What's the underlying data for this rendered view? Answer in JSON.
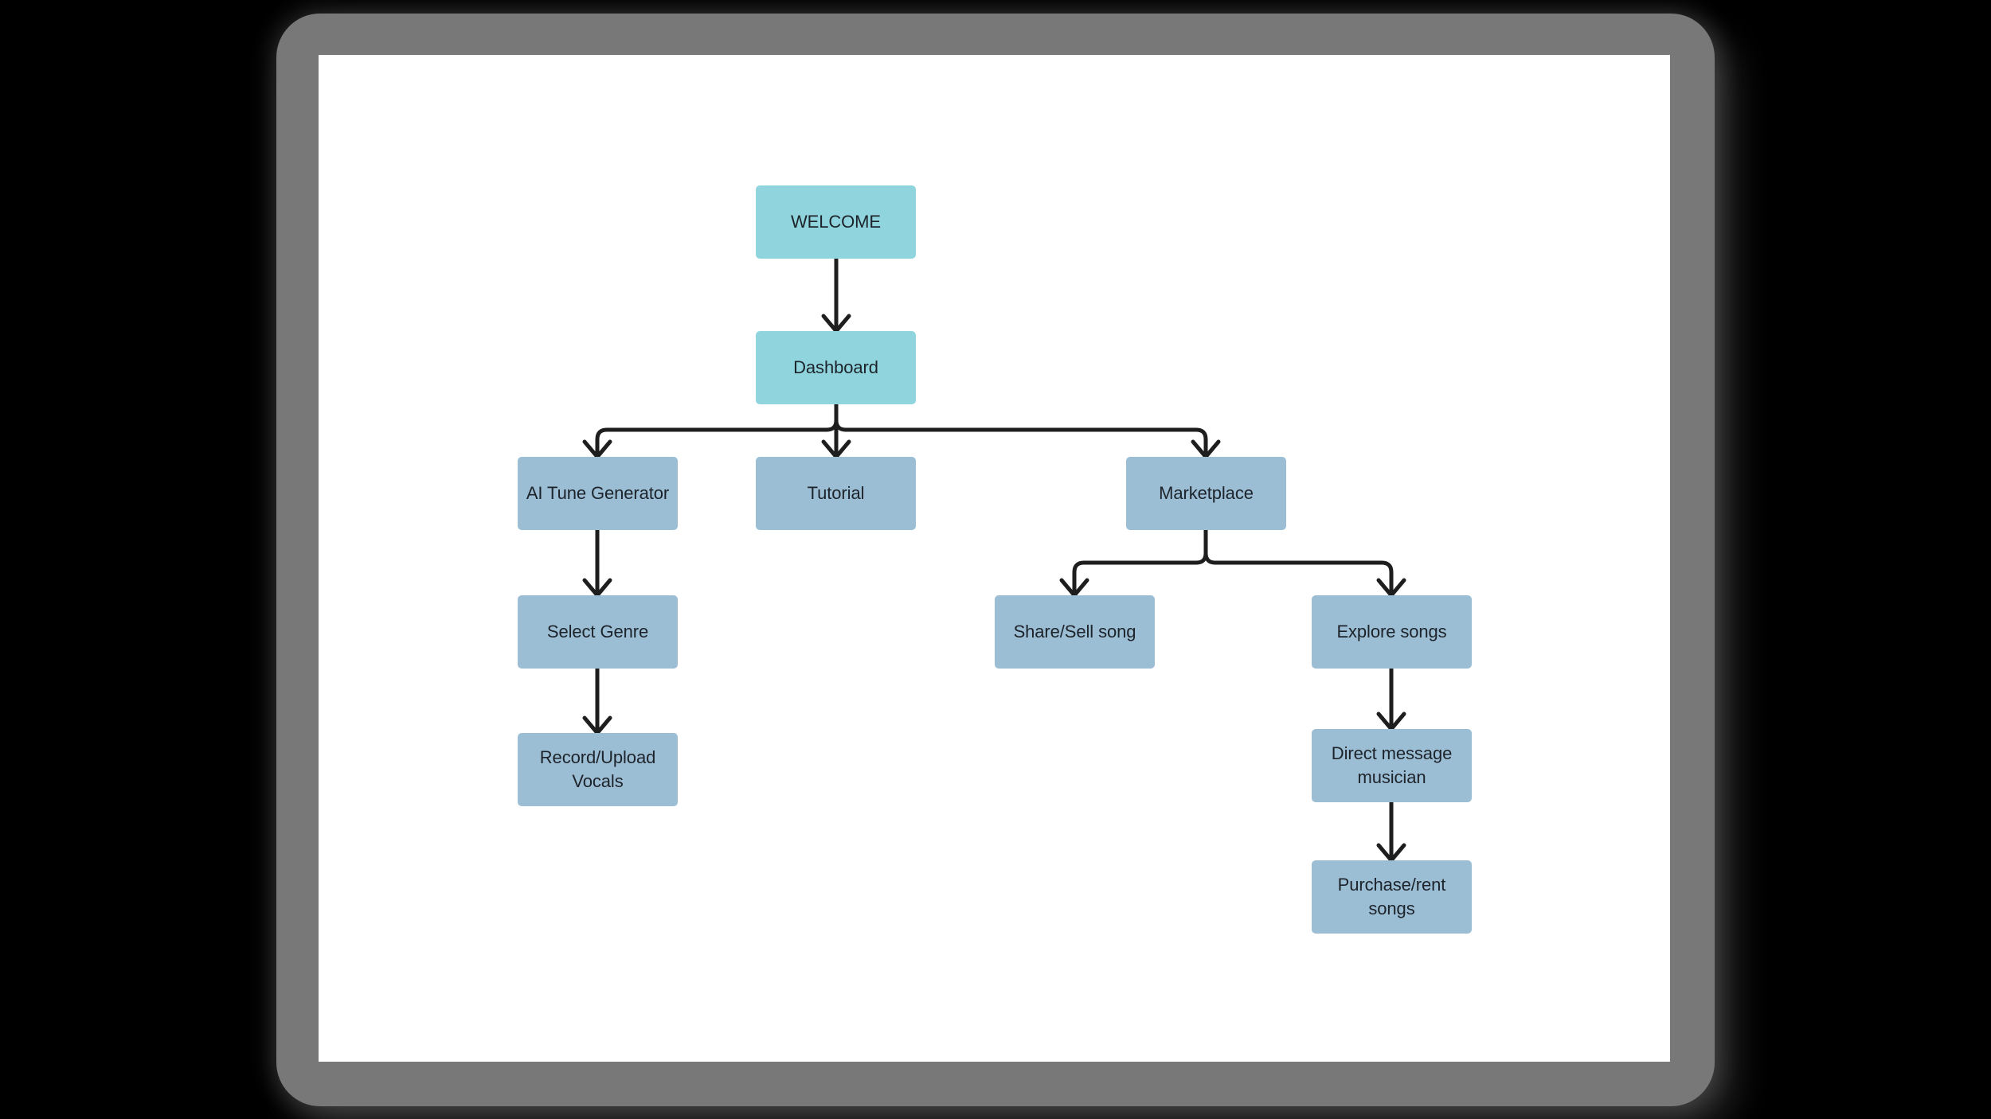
{
  "page": {
    "backdrop_color": "#000000",
    "frame_color": "#787878",
    "screen_color": "#ffffff"
  },
  "diagram": {
    "type": "flowchart",
    "colors": {
      "node_primary": "#90d5dd",
      "node_secondary": "#9cbed4",
      "connector": "#1e1e1e",
      "node_text": "#1d232a"
    },
    "nodes": [
      {
        "id": "welcome",
        "label": "WELCOME",
        "style": "primary"
      },
      {
        "id": "dashboard",
        "label": "Dashboard",
        "style": "primary"
      },
      {
        "id": "ai-tune-generator",
        "label": "AI Tune Generator",
        "style": "secondary"
      },
      {
        "id": "tutorial",
        "label": "Tutorial",
        "style": "secondary"
      },
      {
        "id": "marketplace",
        "label": "Marketplace",
        "style": "secondary"
      },
      {
        "id": "select-genre",
        "label": "Select Genre",
        "style": "secondary"
      },
      {
        "id": "share-sell-song",
        "label": "Share/Sell song",
        "style": "secondary"
      },
      {
        "id": "explore-songs",
        "label": "Explore songs",
        "style": "secondary"
      },
      {
        "id": "record-upload-vocals",
        "label": "Record/Upload Vocals",
        "style": "secondary"
      },
      {
        "id": "direct-message-musician",
        "label": "Direct message musician",
        "style": "secondary"
      },
      {
        "id": "purchase-rent-songs",
        "label": "Purchase/rent songs",
        "style": "secondary"
      }
    ],
    "edges": [
      {
        "from": "welcome",
        "to": "dashboard"
      },
      {
        "from": "dashboard",
        "to": "ai-tune-generator"
      },
      {
        "from": "dashboard",
        "to": "tutorial"
      },
      {
        "from": "dashboard",
        "to": "marketplace"
      },
      {
        "from": "ai-tune-generator",
        "to": "select-genre"
      },
      {
        "from": "select-genre",
        "to": "record-upload-vocals"
      },
      {
        "from": "marketplace",
        "to": "share-sell-song"
      },
      {
        "from": "marketplace",
        "to": "explore-songs"
      },
      {
        "from": "explore-songs",
        "to": "direct-message-musician"
      },
      {
        "from": "direct-message-musician",
        "to": "purchase-rent-songs"
      }
    ]
  }
}
